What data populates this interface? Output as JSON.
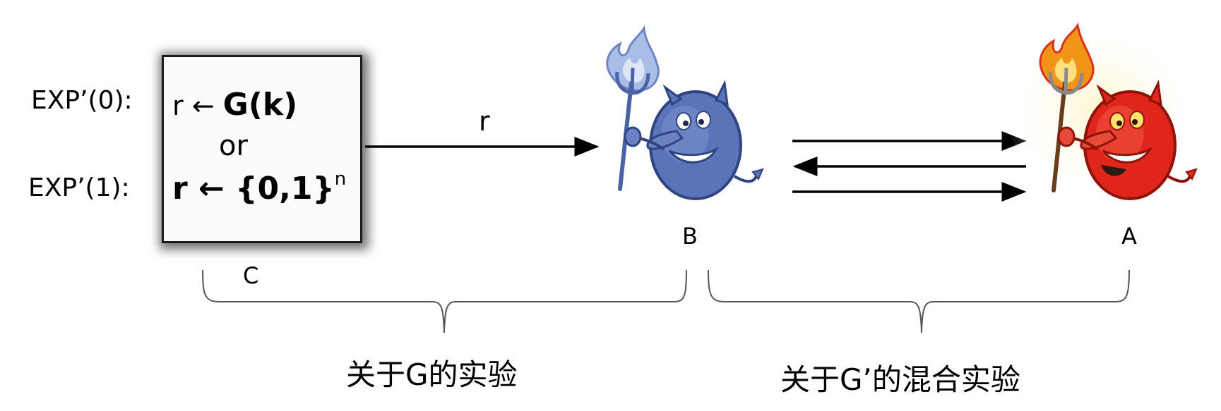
{
  "experiment_labels": {
    "exp0": "EXP’(0):",
    "exp1": "EXP’(1):"
  },
  "challenger_box": {
    "line0_prefix": "r ←",
    "line0_expr": "G(k)",
    "or": "or",
    "line1_expr": "r  ← {0,1}",
    "line1_sup": "n"
  },
  "arrow_label": "r",
  "nodes": {
    "challenger": "C",
    "adversary_b": "B",
    "adversary_a": "A"
  },
  "captions": {
    "left": "关于G的实验",
    "right": "关于G’的混合实验"
  },
  "devils": {
    "b": {
      "icon": "blue-devil-icon",
      "body_color": "#5b73b8",
      "flame_color": "#9fb4e3"
    },
    "a": {
      "icon": "red-devil-icon",
      "body_color": "#e0261b",
      "flame_color": "#f29418"
    }
  }
}
